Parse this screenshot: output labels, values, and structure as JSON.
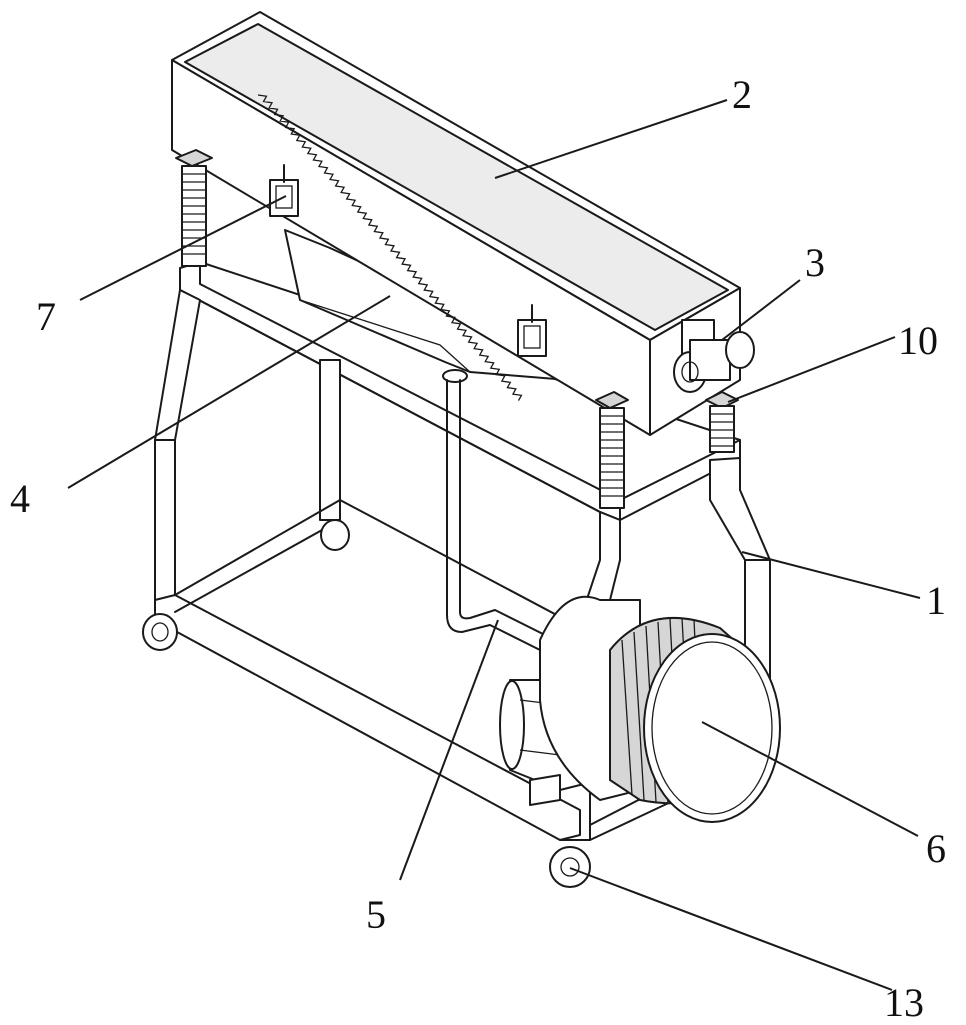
{
  "figure": {
    "labels": {
      "frame": "1",
      "screen_box": "2",
      "vibration_motor": "3",
      "funnel": "4",
      "pipe": "5",
      "blower": "6",
      "latch": "7",
      "spring": "10",
      "caster": "13"
    }
  }
}
